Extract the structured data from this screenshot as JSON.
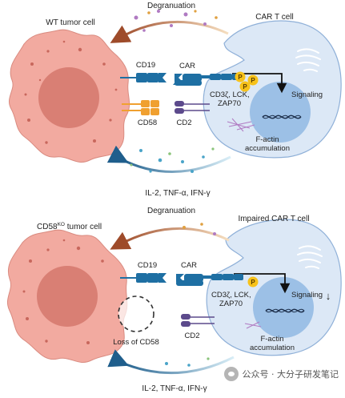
{
  "panels": [
    {
      "id": "wt",
      "tumor_label": "WT tumor cell",
      "tcell_label": "CAR T cell",
      "degranulation": "Degranuation",
      "cd19": "CD19",
      "car": "CAR",
      "cd58": "CD58",
      "cd2": "CD2",
      "kinases": [
        "CD3ζ, LCK,",
        "ZAP70"
      ],
      "signaling": "Signaling",
      "factin": [
        "F-actin",
        "accumulation"
      ],
      "cytokines": "IL-2, TNF-α, IFN-γ",
      "p_count": 3
    },
    {
      "id": "ko",
      "tumor_label_main": "CD58",
      "tumor_label_sup": "KO",
      "tumor_label_rest": " tumor cell",
      "tcell_label": "Impaired CAR T cell",
      "degranulation": "Degranuation",
      "cd19": "CD19",
      "car": "CAR",
      "loss": "Loss of CD58",
      "cd2": "CD2",
      "kinases": [
        "CD3ζ, LCK,",
        "ZAP70"
      ],
      "signaling": "Signaling",
      "signaling_arrow": "↓",
      "factin": [
        "F-actin",
        "accumulation"
      ],
      "cytokines": "IL-2, TNF-α, IFN-γ",
      "p_count": 1
    }
  ],
  "watermark": "公众号 · 大分子研发笔记",
  "colors": {
    "tumor_fill": "#f2aaa0",
    "tumor_nucleus": "#d97f74",
    "tumor_dots": "#c8675c",
    "tcell_fill": "#dce8f6",
    "tcell_stroke": "#8fb0d8",
    "tcell_nucleus": "#9cc0e6",
    "receptor_blue": "#1e6fa3",
    "receptor_orange": "#f0a030",
    "cd2_purple": "#5c4a8c",
    "phospho_yellow": "#f7c21a",
    "arrow_top": "#9e4b2a",
    "arrow_bottom": "#1f5e8c",
    "factin": "#b07ac2"
  }
}
